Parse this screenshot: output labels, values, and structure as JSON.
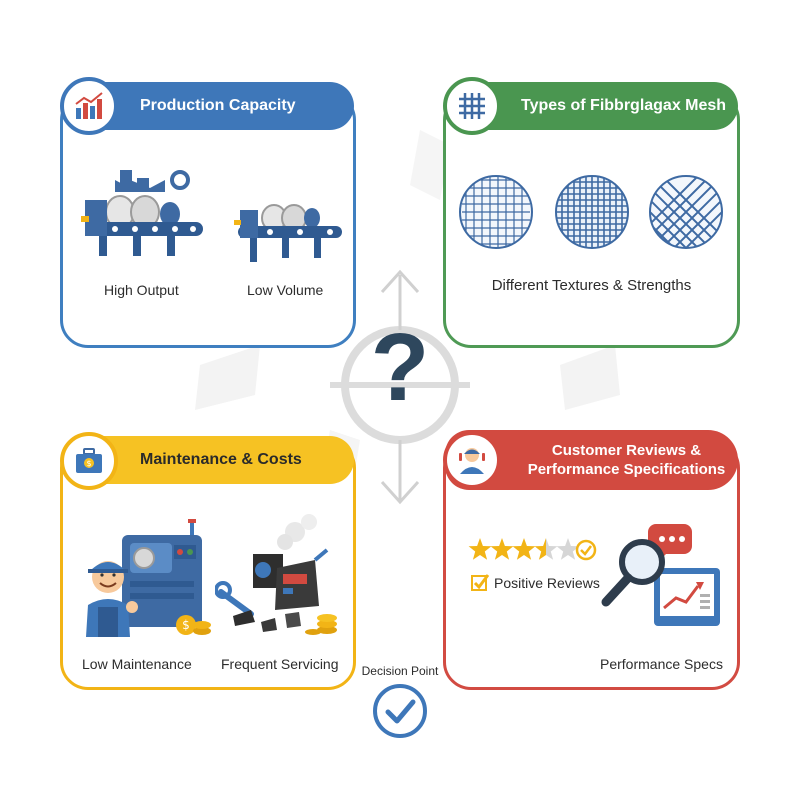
{
  "center": {
    "symbol": "?",
    "decision_label": "Decision Point"
  },
  "panels": {
    "production": {
      "title": "Production Capacity",
      "labels": [
        "High Output",
        "Low Volume"
      ],
      "color": "#3e77b9",
      "icon": "bar-chart-icon"
    },
    "mesh": {
      "title": "Types of Fibbrglagax Mesh",
      "caption": "Different Textures & Strengths",
      "color": "#4a9650",
      "icon": "mesh-grid-icon"
    },
    "maintenance": {
      "title": "Maintenance & Costs",
      "labels": [
        "Low Maintenance",
        "Frequent Servicing"
      ],
      "color": "#f6c223",
      "icon": "toolbox-icon"
    },
    "reviews": {
      "title_line1": "Customer Reviews &",
      "title_line2": "Performance Specifications",
      "positive_label": "Positive Reviews",
      "specs_label": "Performance Specs",
      "color": "#d24a40",
      "icon": "customer-icon",
      "rating": 3.5,
      "rating_max": 5
    }
  }
}
